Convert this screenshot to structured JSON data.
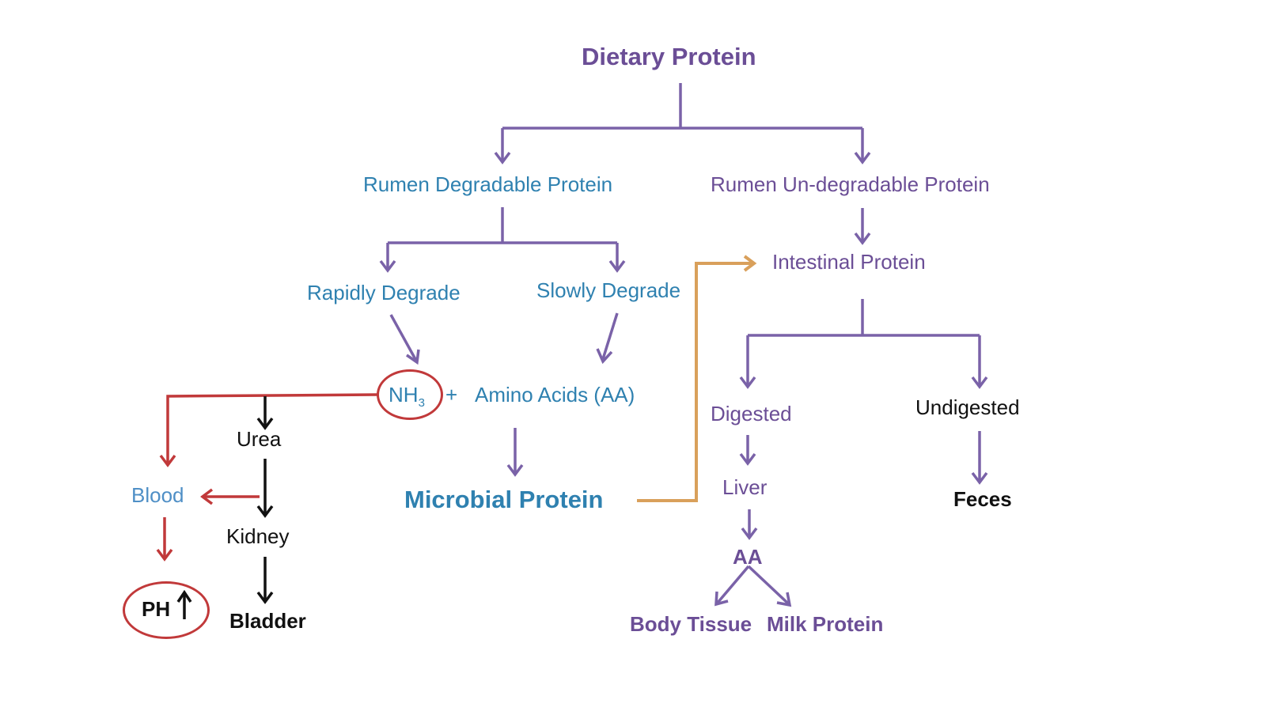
{
  "nodes": {
    "dietary_protein": "Dietary Protein",
    "rumen_degradable": "Rumen Degradable Protein",
    "rumen_undegradable": "Rumen Un-degradable Protein",
    "rapidly_degrade": "Rapidly Degrade",
    "slowly_degrade": "Slowly Degrade",
    "intestinal_protein": "Intestinal Protein",
    "nh3_base": "NH",
    "nh3_sub": "3",
    "plus": "+",
    "amino_acids": "Amino Acids (AA)",
    "microbial_protein": "Microbial Protein",
    "digested": "Digested",
    "undigested": "Undigested",
    "urea": "Urea",
    "blood": "Blood",
    "kidney": "Kidney",
    "bladder": "Bladder",
    "ph": "PH",
    "liver": "Liver",
    "feces": "Feces",
    "aa": "AA",
    "body_tissue": "Body Tissue",
    "milk_protein": "Milk Protein"
  },
  "colors": {
    "purple": "#7a62a8",
    "red": "#c1393a",
    "black": "#111111",
    "orange": "#d9a05b"
  }
}
